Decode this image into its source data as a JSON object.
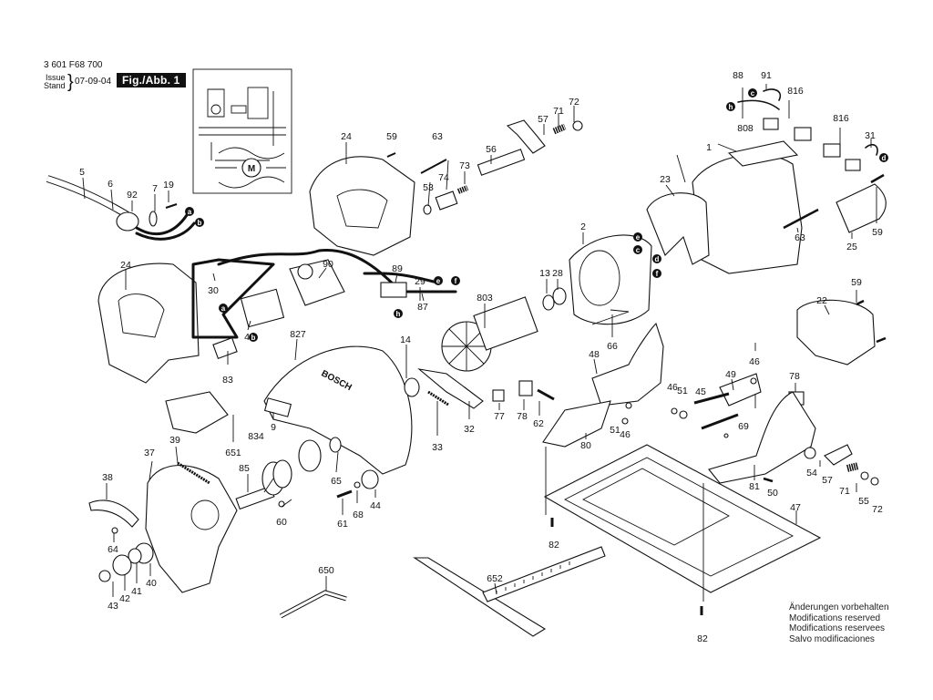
{
  "header": {
    "part_number": "3 601 F68 700",
    "issue_label": "Issue",
    "stand_label": "Stand",
    "date": "07-09-04",
    "figure_label": "Fig./Abb. 1"
  },
  "notice": [
    "Änderungen vorbehalten",
    "Modifications reserved",
    "Modifications reservees",
    "Salvo modificaciones"
  ],
  "brand_text": "BOSCH",
  "motor_symbol": "M",
  "connectors": {
    "a": "a",
    "b": "b",
    "c": "c",
    "d": "d",
    "e": "e",
    "f": "f",
    "h": "h"
  },
  "labels": {
    "p1": "1",
    "p2": "2",
    "p4": "4",
    "p5": "5",
    "p6": "6",
    "p7": "7",
    "p9": "9",
    "p13": "13",
    "p14": "14",
    "p19": "19",
    "p22": "22",
    "p23": "23",
    "p24a": "24",
    "p24b": "24",
    "p25": "25",
    "p28": "28",
    "p29": "29",
    "p30": "30",
    "p31": "31",
    "p32": "32",
    "p33": "33",
    "p37": "37",
    "p38": "38",
    "p39": "39",
    "p40": "40",
    "p41": "41",
    "p42": "42",
    "p43": "43",
    "p44": "44",
    "p45": "45",
    "p46a": "46",
    "p46b": "46",
    "p46c": "46",
    "p47": "47",
    "p48": "48",
    "p49": "49",
    "p50": "50",
    "p51a": "51",
    "p51b": "51",
    "p53": "53",
    "p54": "54",
    "p55": "55",
    "p56": "56",
    "p57a": "57",
    "p57b": "57",
    "p59a": "59",
    "p59b": "59",
    "p59c": "59",
    "p60": "60",
    "p61": "61",
    "p62": "62",
    "p63a": "63",
    "p63b": "63",
    "p64": "64",
    "p65": "65",
    "p66": "66",
    "p68": "68",
    "p69": "69",
    "p71a": "71",
    "p71b": "71",
    "p72a": "72",
    "p72b": "72",
    "p73": "73",
    "p74": "74",
    "p77": "77",
    "p78a": "78",
    "p78b": "78",
    "p80": "80",
    "p81": "81",
    "p82a": "82",
    "p82b": "82",
    "p83": "83",
    "p85": "85",
    "p87": "87",
    "p88": "88",
    "p89": "89",
    "p90": "90",
    "p91": "91",
    "p92": "92",
    "p650": "650",
    "p651": "651",
    "p652": "652",
    "p803": "803",
    "p808": "808",
    "p816a": "816",
    "p816b": "816",
    "p827": "827",
    "p834": "834"
  }
}
